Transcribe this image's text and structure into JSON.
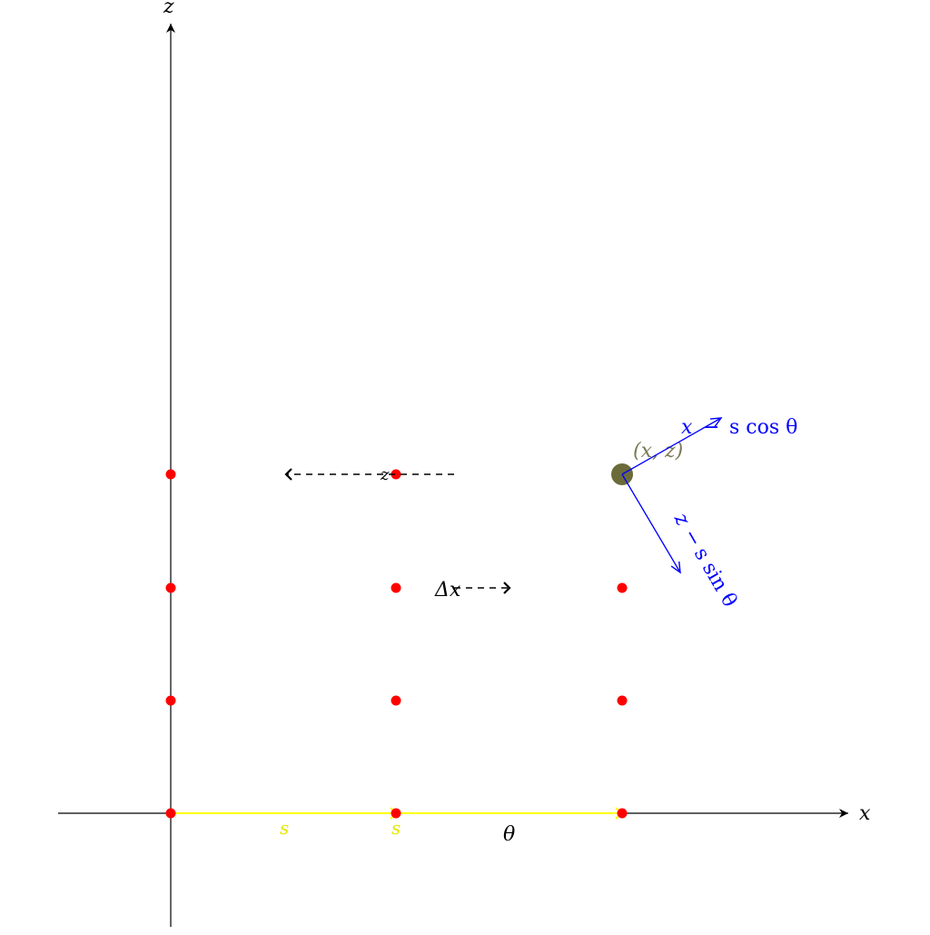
{
  "axes": {
    "x_label": "x",
    "z_label": "z"
  },
  "labels": {
    "s_first": "s",
    "s_second": "s",
    "theta": "θ",
    "point": "(x, z)",
    "x_comp_var": "x",
    "x_comp_op": "−",
    "x_comp_expr": "s cos θ",
    "z_comp_var": "z",
    "z_comp_op": "−",
    "z_comp_expr": "s sin θ",
    "delta_x": "Δx",
    "z_mid": "z"
  },
  "colors": {
    "axis": "#000000",
    "grid_point": "#ff0000",
    "highlight_point": "#6b6b3a",
    "highlight_label": "#7a7a55",
    "vector": "#0000ff",
    "baseline": "#ffff00",
    "dashed": "#000000"
  }
}
